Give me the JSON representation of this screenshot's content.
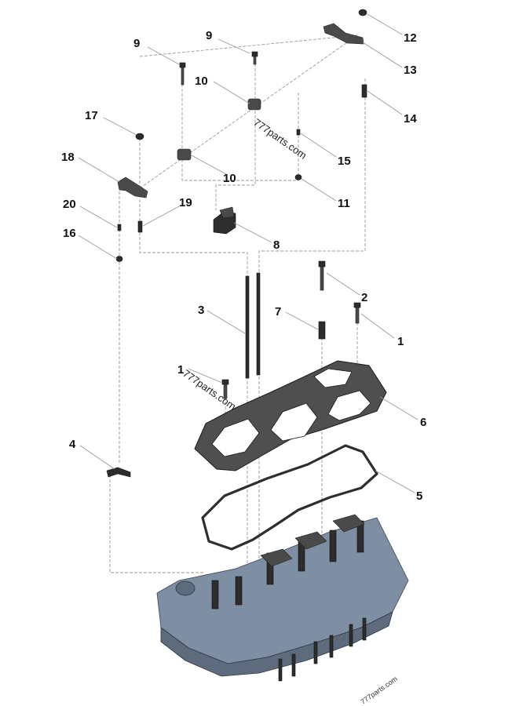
{
  "watermarks": [
    "777parts.com",
    "777parts.com",
    "777parts.com"
  ],
  "callouts": [
    "9",
    "9",
    "12",
    "13",
    "10",
    "14",
    "17",
    "15",
    "18",
    "10",
    "11",
    "20",
    "19",
    "16",
    "8",
    "2",
    "3",
    "7",
    "1",
    "1",
    "6",
    "4",
    "5"
  ]
}
